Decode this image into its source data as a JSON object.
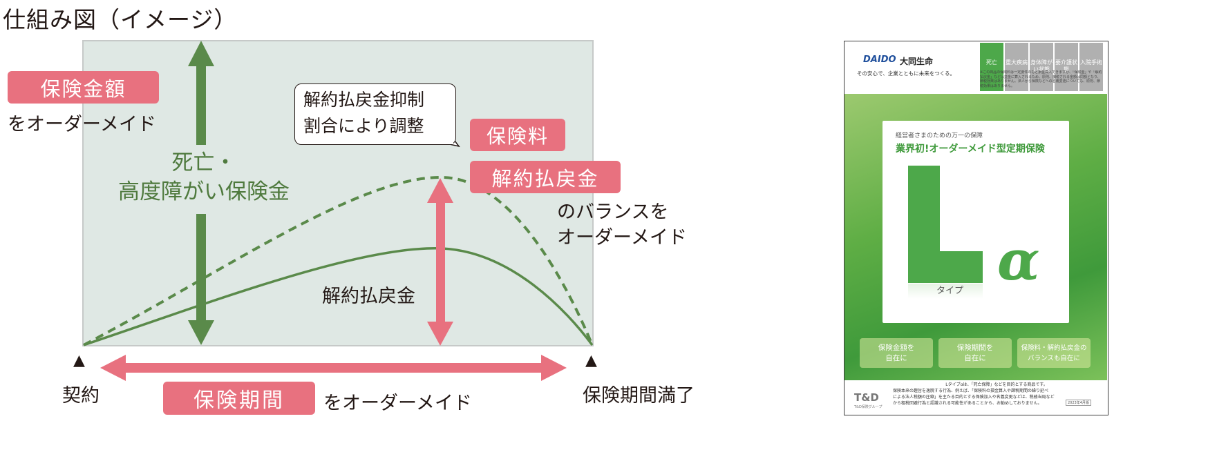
{
  "title": "仕組み図（イメージ）",
  "diagram": {
    "insured_amount_pill": "保険金額",
    "insured_amount_caption": "をオーダーメイド",
    "death_benefit_line1": "死亡・",
    "death_benefit_line2": "高度障がい保険金",
    "callout_line1": "解約払戻金抑制",
    "callout_line2": "割合により調整",
    "premium_pill": "保険料",
    "surrender_pill": "解約払戻金",
    "balance_line1": "のバランスを",
    "balance_line2": "オーダーメイド",
    "surrender_curve_label": "解約払戻金",
    "start_marker": "▲",
    "end_marker": "▲",
    "contract_label": "契約",
    "period_pill": "保険期間",
    "period_caption": "をオーダーメイド",
    "expiry_label": "保険期間満了"
  },
  "brochure": {
    "company_logo": "DAIDO",
    "company_name": "大同生命",
    "tagline": "その安心で、企業とともに未来をつくる。",
    "tabs": [
      "死亡",
      "重大疾病",
      "身体障がい状態",
      "要介護状態",
      "入院手術"
    ],
    "notice": "※この商品の保険料は一定要件のもと損金算入できますが、「保険金」や「解約払戻金」などは益金に算入されるため、原則、課税される金額は同額となり、節税効果はありません。法人から保険などへの名義変更についても、原則、節税効果はありません。",
    "card_subtitle": "経営者さまのための万一の保障",
    "card_title": "業界初!オーダーメイド型定期保険",
    "product_letter": "L",
    "product_type": "タイプ",
    "product_alpha": "α",
    "options": [
      {
        "line1": "保険金額を",
        "line2": "自在に"
      },
      {
        "line1": "保険期間を",
        "line2": "自在に"
      },
      {
        "line1": "保険料・解約払戻金の",
        "line2": "バランスも自在に"
      }
    ],
    "group_logo": "T&D",
    "group_name": "T&D保険グループ",
    "footer_line1": "Lタイプαは、「死亡保障」などを目的とする商品です。",
    "footer_line2": "保険本来の趣旨を逸脱する行為、例えば、「保険料の損金算入や課税期間の繰り延べ",
    "footer_line3": "による法人税額の圧縮」を主たる目的とする保険加入や名義変更などは、税務当局など",
    "footer_line4": "から租税回避行為と認識される可能性があることから、お勧めしておりません。",
    "footer_code": "2023年4月版"
  },
  "colors": {
    "pink": "#e8717f",
    "green_dark": "#5a8a4a",
    "chart_bg": "#dfe8e4",
    "brochure_green": "#4da84a"
  }
}
